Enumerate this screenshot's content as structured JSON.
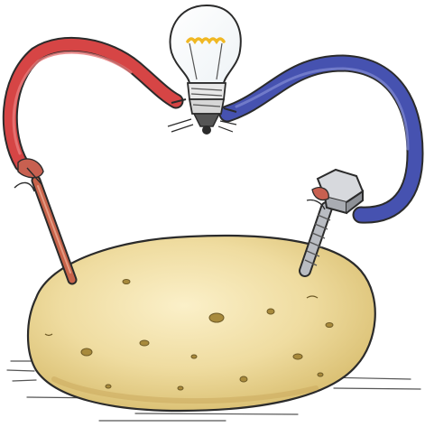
{
  "illustration": {
    "subject": "potato-battery-circuit",
    "elements": [
      "light-bulb",
      "red-wire",
      "blue-wire",
      "copper-electrode",
      "zinc-bolt",
      "potato"
    ],
    "colors": {
      "potato_fill": "#efdca0",
      "potato_shadow": "#d8bd6e",
      "red_wire": "#d64545",
      "blue_wire": "#4652b0",
      "copper": "#c8634a",
      "bolt": "#b9bcc2",
      "filament": "#f0b824",
      "outline": "#2b2b2b"
    }
  }
}
